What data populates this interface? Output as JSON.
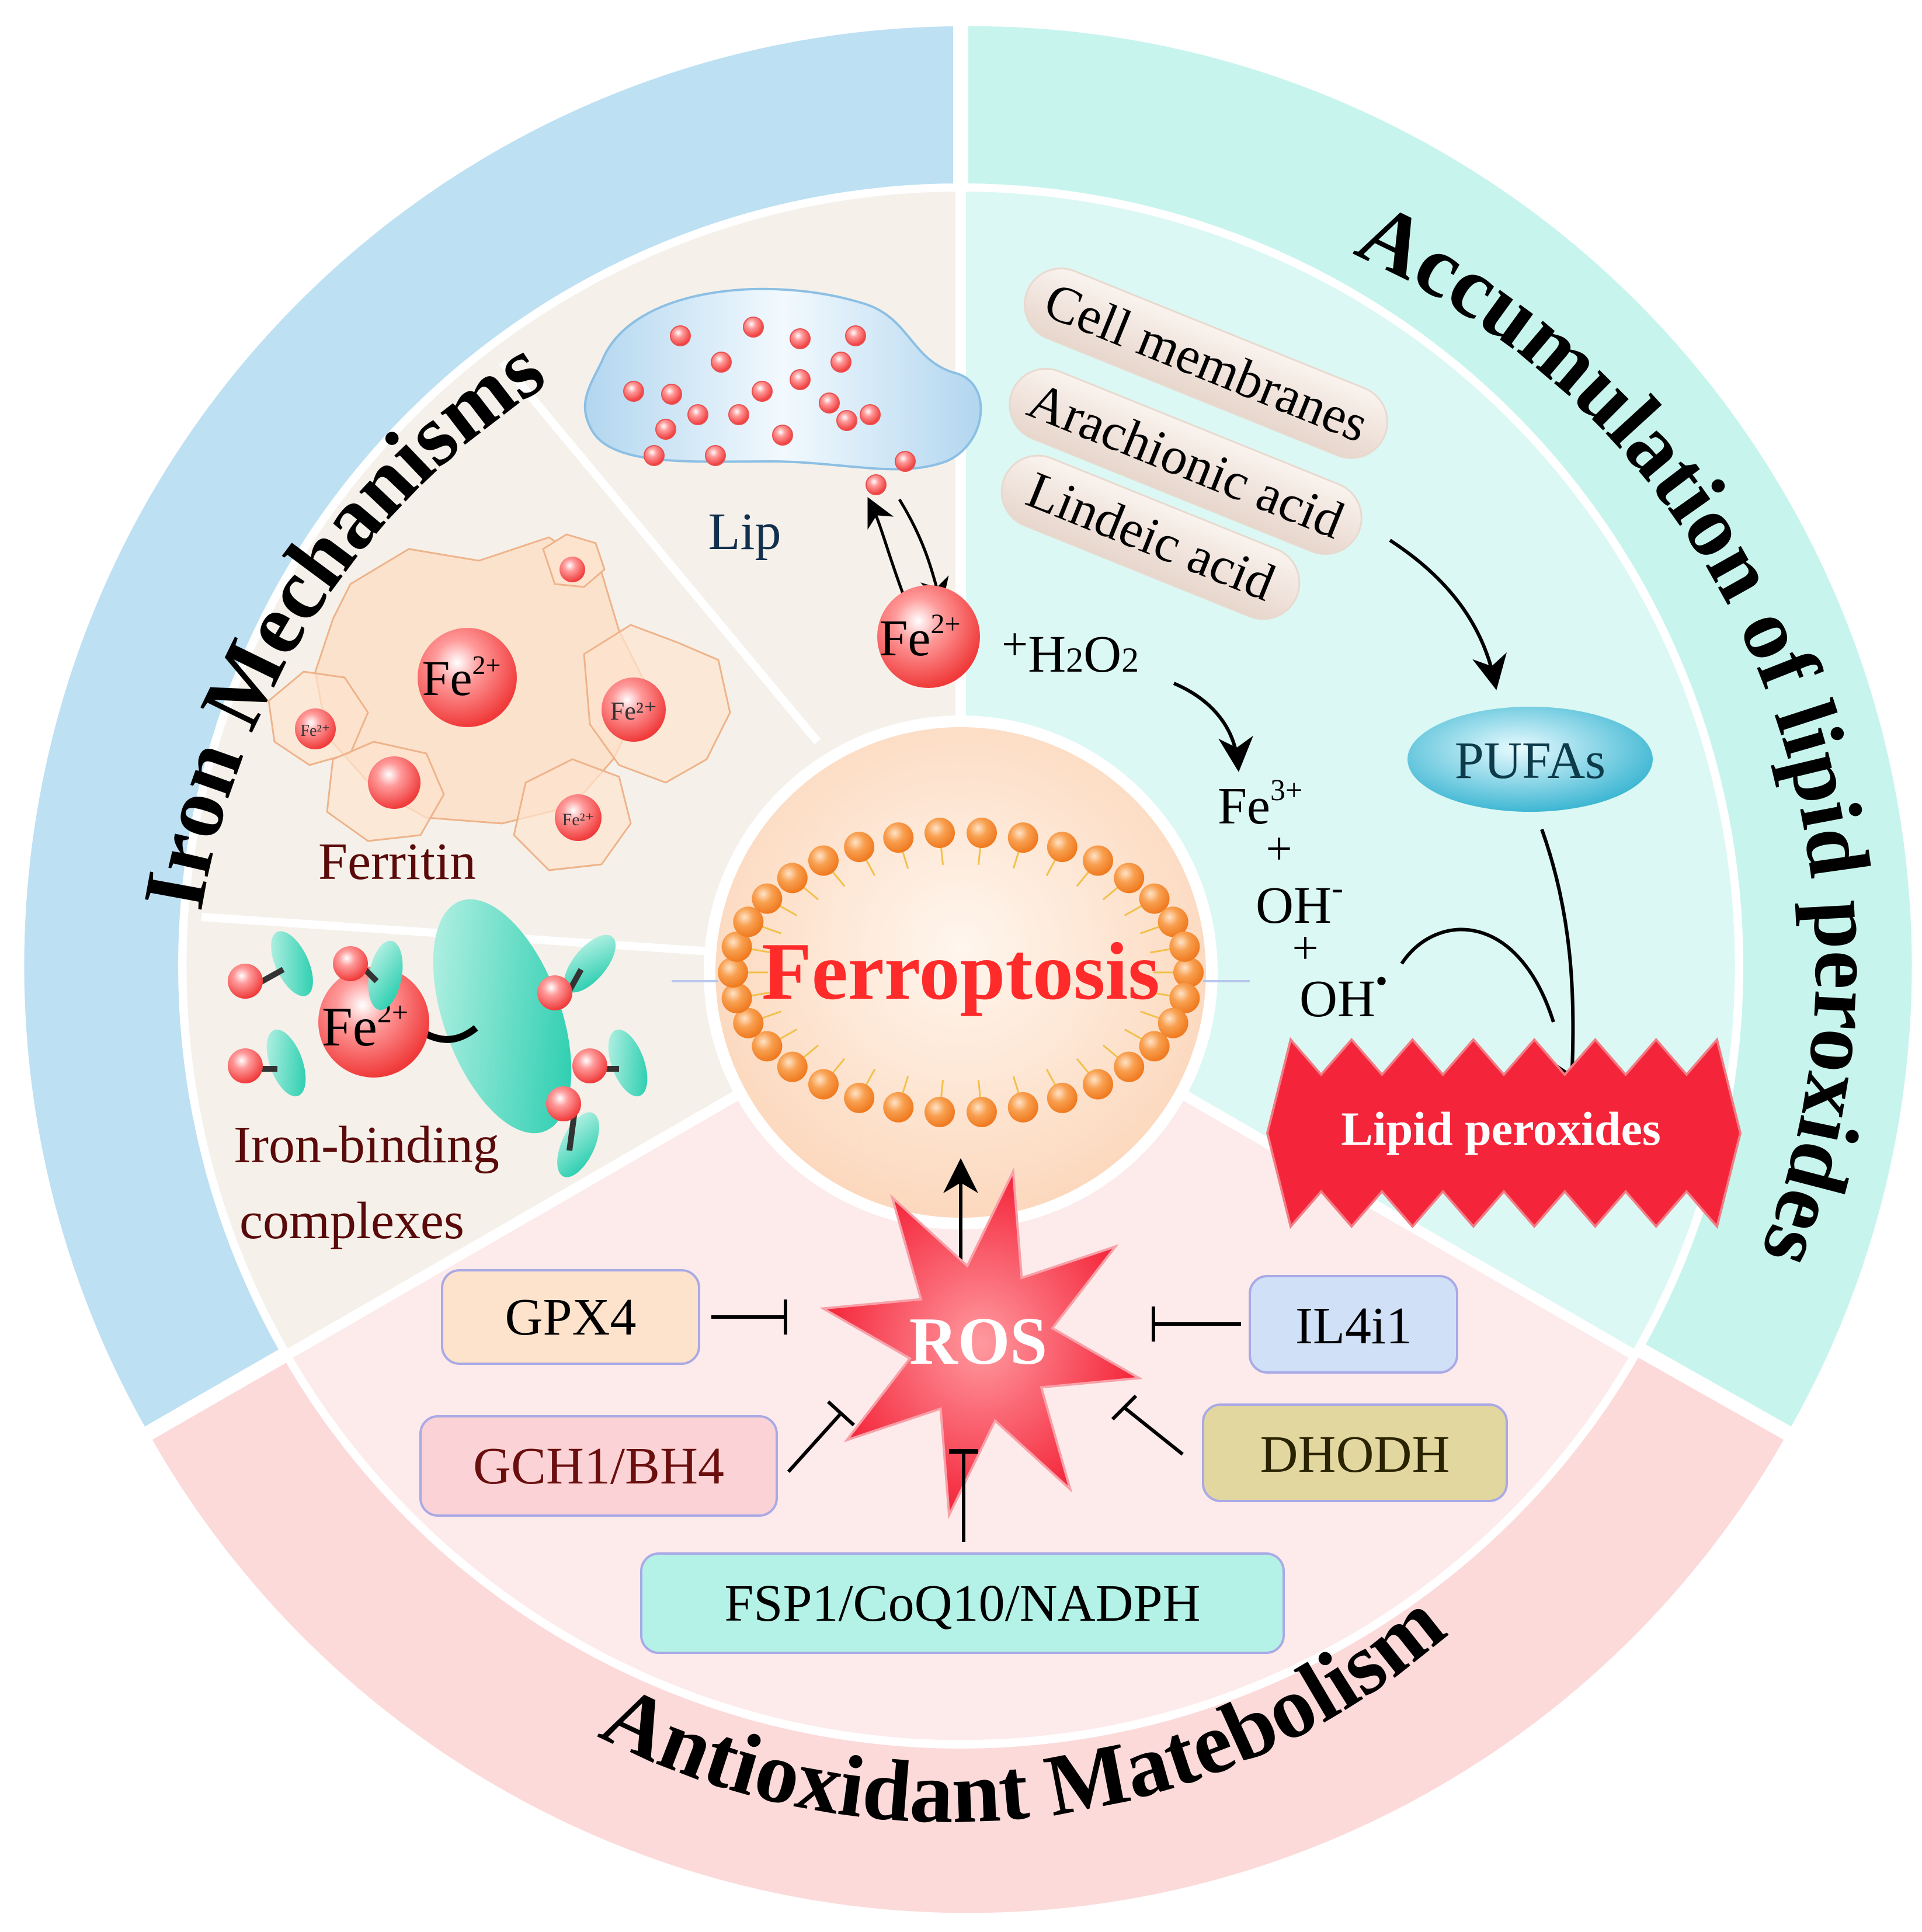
{
  "center": {
    "title": "Ferroptosis",
    "title_color": "#ff2a2a"
  },
  "sections": {
    "iron": {
      "title": "Iron Mechanisms",
      "color_outer": "#bde0f3",
      "color_inner": "#f5f1ea",
      "lip_label": "Lip",
      "ferritin_label": "Ferritin",
      "iron_binding_label_1": "Iron-binding",
      "iron_binding_label_2": "complexes",
      "fe2": "Fe",
      "fe2_sup": "2+",
      "fe_small": "Fe²⁺"
    },
    "lipid": {
      "title": "Accumulation of lipid peroxides",
      "color_outer": "#c8f4ee",
      "color_inner": "#dcf8f4",
      "sources": [
        "Cell membranes",
        "Arachionic acid",
        "Lindeic acid"
      ],
      "pufas": "PUFAs",
      "lipid_peroxides": "Lipid peroxides",
      "reaction": {
        "plus1": "+",
        "h2o2_h": "H",
        "h2o2_2a": "2",
        "h2o2_o": "O",
        "h2o2_2b": "2",
        "fe3": "Fe",
        "fe3_sup": "3+",
        "plus2": "+",
        "oh_minus": "OH",
        "oh_minus_sup": "-",
        "plus3": "+",
        "oh_radical": "OH",
        "oh_radical_sup": "•"
      }
    },
    "antioxidant": {
      "title": "Antioxidant Matebolism",
      "color_outer": "#fcdada",
      "color_inner": "#fdeaea",
      "ros": "ROS",
      "inhibitors": [
        {
          "label": "GPX4",
          "fill": "#fde2cc"
        },
        {
          "label": "IL4i1",
          "fill": "#cfe0f7"
        },
        {
          "label": "GCH1/BH4",
          "fill": "#fbd3d6"
        },
        {
          "label": "DHODH",
          "fill": "#e3d7a0"
        },
        {
          "label": "FSP1/CoQ10/NADPH",
          "fill": "#b4f1e6"
        }
      ]
    }
  }
}
